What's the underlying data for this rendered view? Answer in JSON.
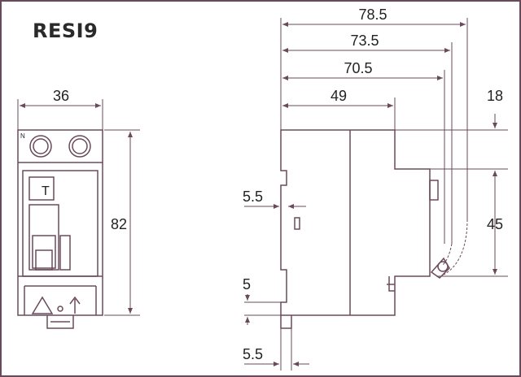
{
  "title": "RESI9",
  "front_view": {
    "width_label": "36",
    "height_label": "82",
    "test_button_label": "T",
    "pole_label": "N"
  },
  "side_view": {
    "dim_785": "78.5",
    "dim_735": "73.5",
    "dim_705": "70.5",
    "dim_49": "49",
    "dim_18": "18",
    "dim_45": "45",
    "dim_55_top": "5.5",
    "dim_5": "5",
    "dim_55_bottom": "5.5"
  },
  "colors": {
    "line": "#6a4a5a",
    "text": "#222222",
    "frame": "#6a4a5a"
  }
}
